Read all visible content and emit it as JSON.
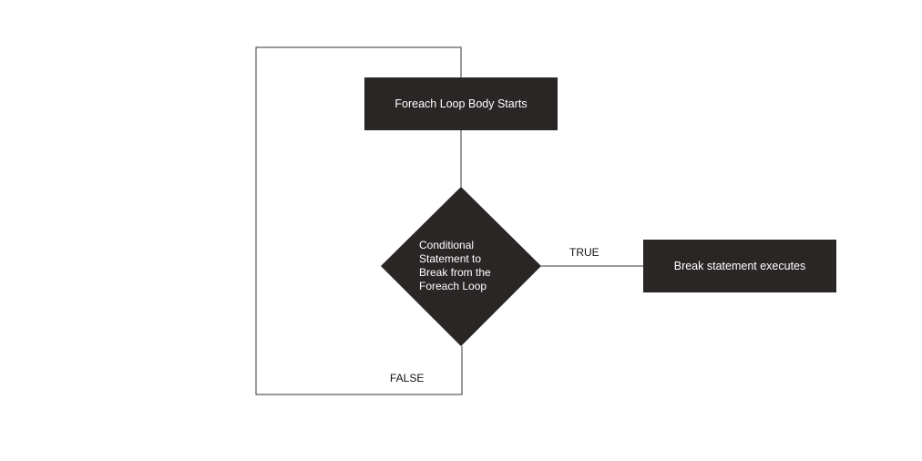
{
  "diagram": {
    "colors": {
      "node_fill": "#2b2626",
      "node_text": "#ffffff",
      "edge_stroke": "#333333",
      "label_text": "#111111"
    },
    "nodes": {
      "start": {
        "label": "Foreach Loop Body Starts"
      },
      "condition": {
        "label": "Conditional Statement to Break from the Foreach Loop"
      },
      "break": {
        "label": "Break statement executes"
      }
    },
    "edges": {
      "true_label": "TRUE",
      "false_label": "FALSE"
    }
  }
}
